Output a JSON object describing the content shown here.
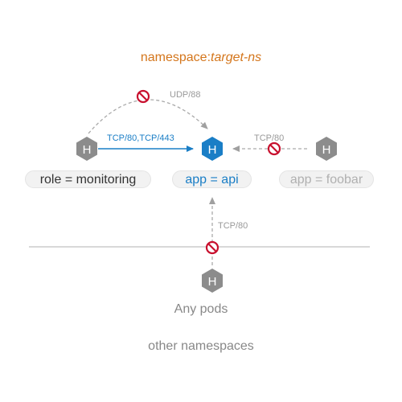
{
  "namespace": {
    "key": "namespace:",
    "value": "target-ns"
  },
  "pods": {
    "left_label": "role = monitoring",
    "center_label": "app = api",
    "right_label": "app = foobar",
    "any_pods": "Any pods",
    "pod_glyph": "H"
  },
  "edges": {
    "udp": "UDP/88",
    "allowed": "TCP/80,TCP/443",
    "right_tcp": "TCP/80",
    "bottom_tcp": "TCP/80"
  },
  "other_namespaces": "other namespaces",
  "colors": {
    "accent": "#1a7ec6",
    "namespace": "#d4761c",
    "blocked": "#c8102e",
    "pod_gray": "#8c8c8c",
    "dashed": "#aaaaaa"
  }
}
